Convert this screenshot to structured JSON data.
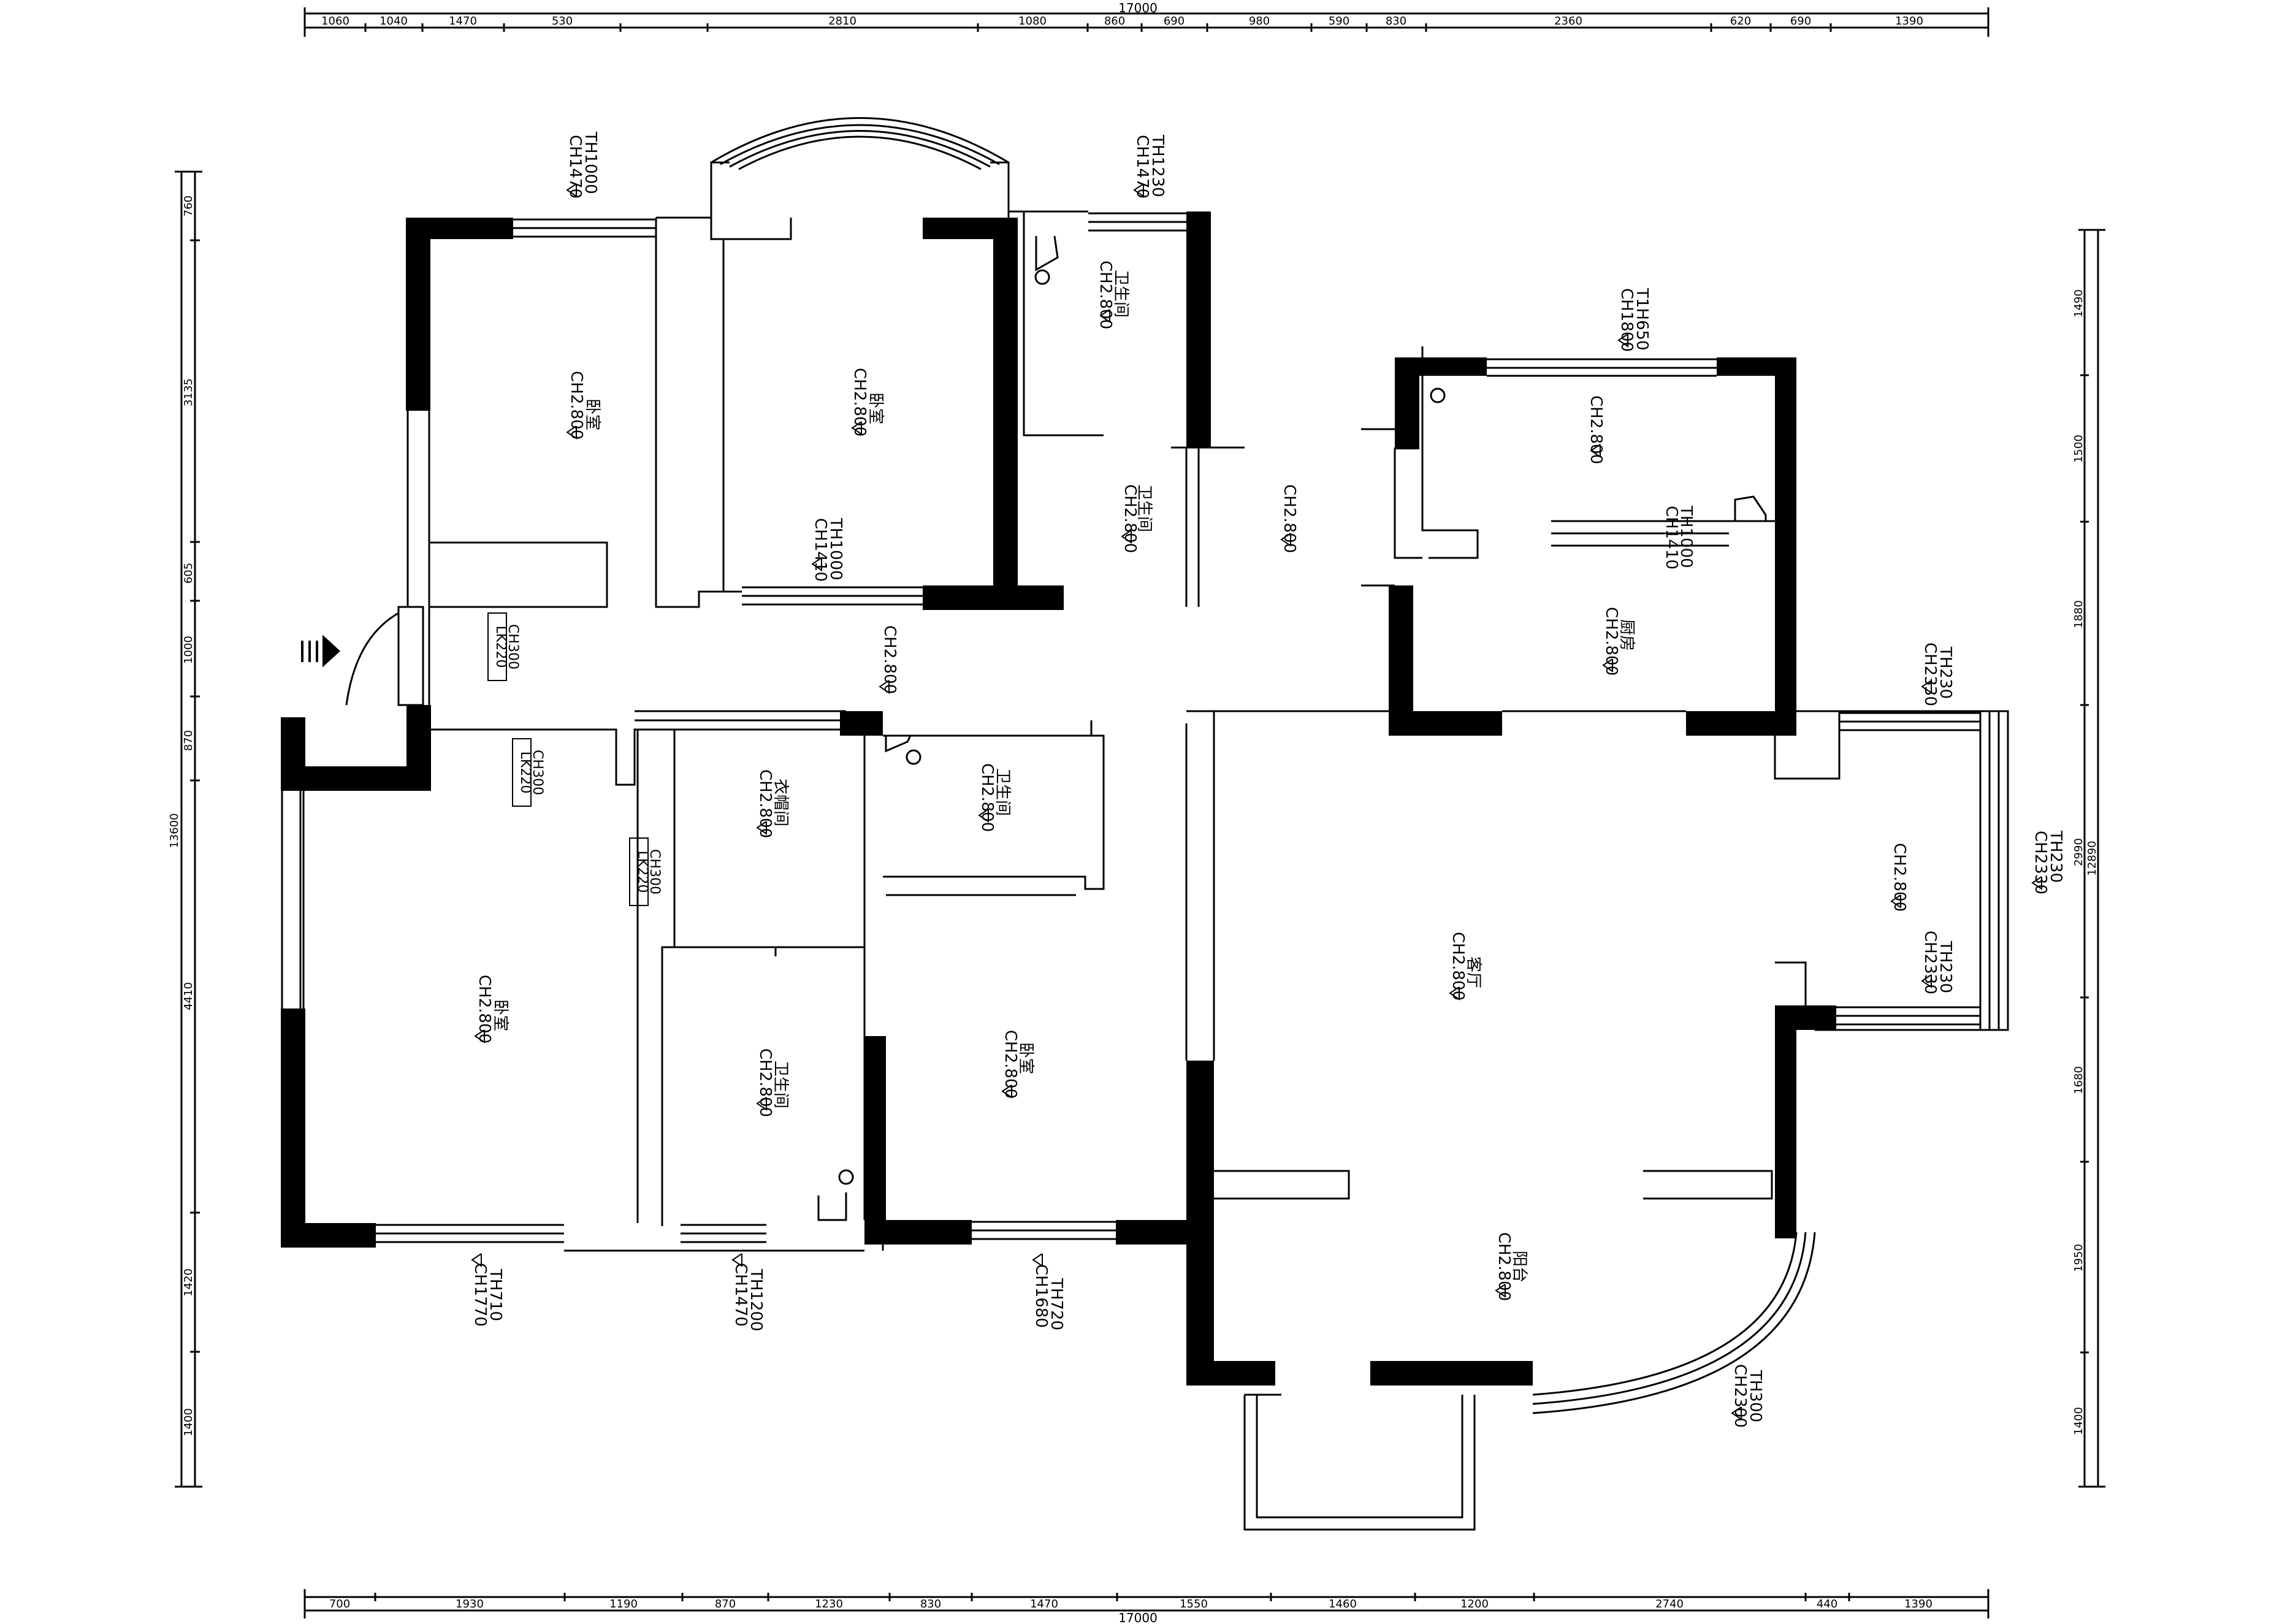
{
  "dimensions": {
    "top_total": "17000",
    "top": [
      "1060",
      "1040",
      "1470",
      "530",
      "2810",
      "1080",
      "860",
      "690",
      "980",
      "590",
      "830",
      "2360",
      "620",
      "690",
      "1390"
    ],
    "bottom_total": "17000",
    "bottom": [
      "700",
      "1930",
      "1190",
      "870",
      "1230",
      "830",
      "1470",
      "1550",
      "1460",
      "1200",
      "2740",
      "440",
      "1390"
    ],
    "left_total": "13600",
    "left": [
      "760",
      "3135",
      "605",
      "1000",
      "870",
      "4410",
      "1420",
      "1400"
    ],
    "right_total": "12890",
    "right": [
      "1490",
      "1500",
      "1880",
      "2990",
      "1680",
      "1950",
      "1400"
    ]
  },
  "rooms": {
    "bedroom_nw_name": "卧室",
    "bedroom_nw_ch": "CH2.800",
    "bedroom_n_name": "卧室",
    "bedroom_n_ch": "CH2.800",
    "bath_n_name": "卫生间",
    "bath_n_ch": "CH2.800",
    "bath_mid_name": "卫生间",
    "bath_mid_ch": "CH2.800",
    "corridor_ch": "CH2.800",
    "hall_ch": "CH2.800",
    "kitchen_name": "厨房",
    "kitchen_ch": "CH2.800",
    "kitchen_top_ch": "CH2.800",
    "cloak_name": "衣帽间",
    "cloak_ch": "CH2.800",
    "bath_s_name": "卫生间",
    "bath_s_ch": "CH2.800",
    "bath_e_name": "卫生间",
    "bath_e_ch": "CH2.800",
    "bedroom_sw_name": "卧室",
    "bedroom_sw_ch": "CH2.800",
    "bedroom_s_name": "卧室",
    "bedroom_s_ch": "CH2.800",
    "living_name": "客厅",
    "living_ch": "CH2.800",
    "balcony_name": "阳台",
    "balcony_ch": "CH2.800",
    "bay_ch": "CH2.800"
  },
  "windows": {
    "w1_th": "TH1000",
    "w1_ch": "CH1470",
    "w2_th": "TH1230",
    "w2_ch": "CH1470",
    "w3_th": "TH1000",
    "w3_ch": "CH1410",
    "w4_th": "T1H650",
    "w4_ch": "CH1800",
    "w5_th": "TH1000",
    "w5_ch": "CH1410",
    "w6_th": "TH230",
    "w6_ch": "CH2330",
    "w7_th": "TH230",
    "w7_ch": "CH2330",
    "w8_th": "TH230",
    "w8_ch": "CH2330",
    "w9_th": "TH710",
    "w9_ch": "CH1770",
    "w10_th": "TH1200",
    "w10_ch": "CH1470",
    "w11_th": "TH720",
    "w11_ch": "CH1680",
    "w12_th": "TH300",
    "w12_ch": "CH2300"
  },
  "tags": {
    "t1_a": "LK220",
    "t1_b": "CH300",
    "t2_a": "LK220",
    "t2_b": "CH300",
    "t3_a": "LK220",
    "t3_b": "CH300"
  }
}
